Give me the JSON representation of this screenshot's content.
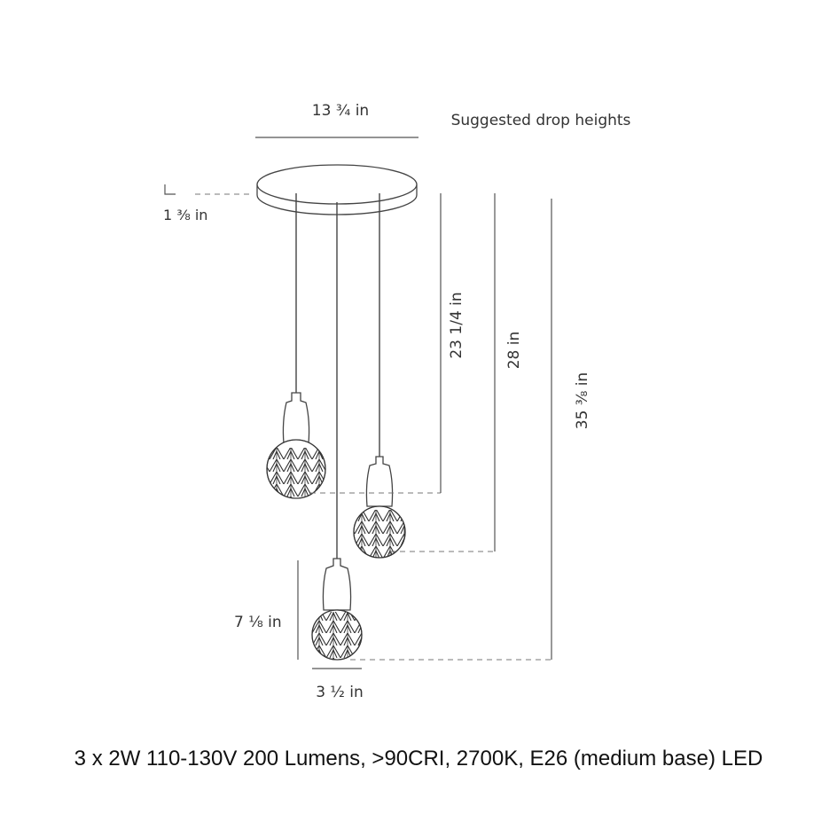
{
  "labels": {
    "canopy_width": "13 ¾ in",
    "suggested": "Suggested drop heights",
    "canopy_height": "1 ⅜ in",
    "drop_short": "23 1/4 in",
    "drop_mid": "28 in",
    "drop_long": "35 ⅜ in",
    "pendant_height": "7 ⅛ in",
    "pendant_width": "3 ½ in"
  },
  "spec": "3 x 2W 110-130V 200 Lumens, >90CRI, 2700K, E26 (medium base) LED",
  "colors": {
    "line": "#444444",
    "text": "#333333"
  }
}
